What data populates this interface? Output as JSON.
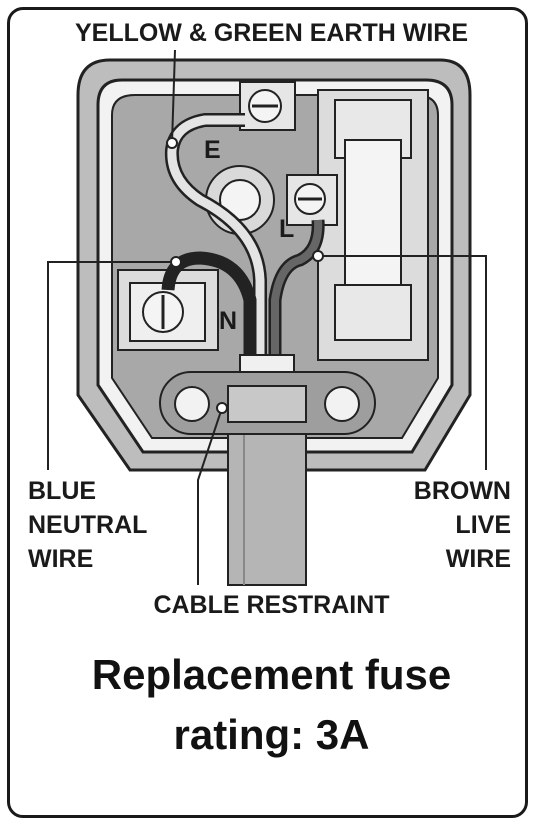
{
  "labels": {
    "earth": "YELLOW & GREEN EARTH WIRE",
    "terminal_e": "E",
    "terminal_l": "L",
    "terminal_n": "N",
    "neutral_line1": "BLUE",
    "neutral_line2": "NEUTRAL",
    "neutral_line3": "WIRE",
    "live_line1": "BROWN",
    "live_line2": "LIVE",
    "live_line3": "WIRE",
    "restraint": "CABLE RESTRAINT"
  },
  "caption": {
    "line1": "Replacement fuse",
    "line2": "rating: 3A"
  }
}
